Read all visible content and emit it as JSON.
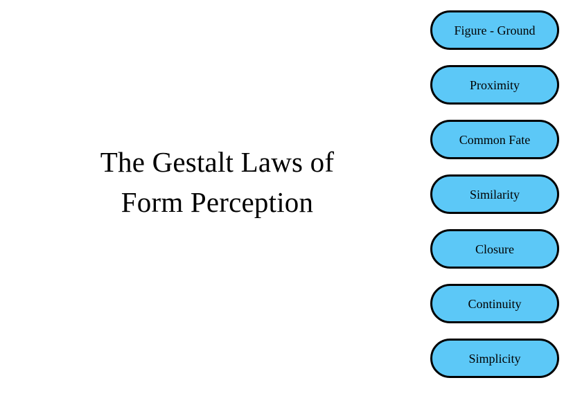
{
  "slide": {
    "background_color": "#ffffff",
    "title": {
      "lines": [
        "The Gestalt Laws of",
        "Form Perception"
      ],
      "color": "#000000"
    },
    "laws_list": {
      "accent_fill": "#5CC8F7",
      "border_color": "#000000",
      "items": [
        {
          "label": "Figure - Ground"
        },
        {
          "label": "Proximity"
        },
        {
          "label": "Common Fate"
        },
        {
          "label": "Similarity"
        },
        {
          "label": "Closure"
        },
        {
          "label": "Continuity"
        },
        {
          "label": "Simplicity"
        }
      ]
    }
  }
}
